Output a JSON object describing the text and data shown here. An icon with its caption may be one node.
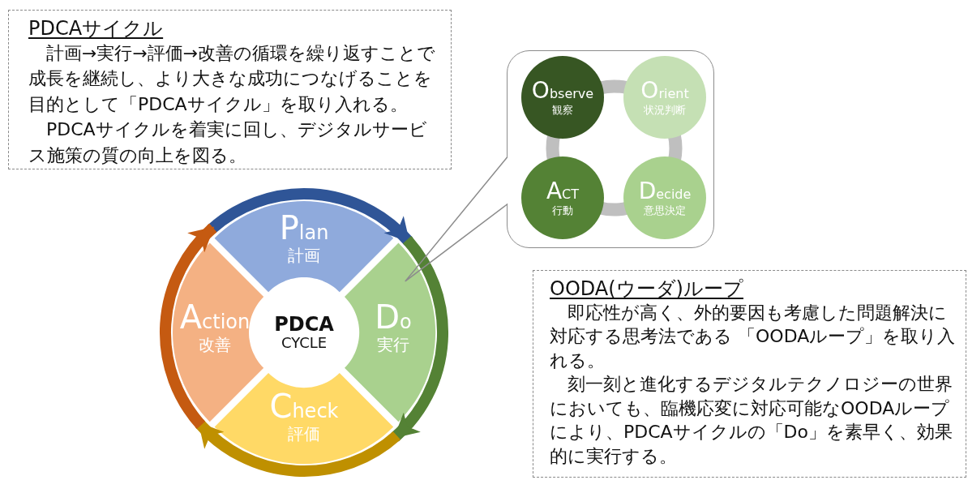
{
  "diagram": {
    "nodes": [
      {
        "text": [
          "PDCAサイクル",
          "計画→実行→評価→改善の循環を繰り返すことで成長を継続し、より大きな成功につなげることを目的として「PDCAサイクル」を取り入れる。",
          "PDCAサイクルを着実に回し、デジタルサービス施策の質の向上を図る。"
        ]
      },
      {
        "text": [
          "Plan",
          "計画"
        ]
      },
      {
        "text": [
          "Do",
          "実行"
        ]
      },
      {
        "text": [
          "Check",
          "評価"
        ]
      },
      {
        "text": [
          "Action",
          "改善"
        ]
      },
      {
        "text": [
          "PDCA",
          "CYCLE"
        ]
      },
      {
        "text": [],
        "shape": "box"
      },
      {
        "text": [
          "Observe",
          "観察"
        ],
        "in": 6
      },
      {
        "text": [
          "Orient",
          "状況判断"
        ],
        "in": 6
      },
      {
        "text": [
          "ACT",
          "行動"
        ],
        "in": 6
      },
      {
        "text": [
          "Decide",
          "意思決定"
        ],
        "in": 6
      },
      {
        "text": [
          "OODA(ウーダ)ループ",
          "即応性が高く、外的要因も考慮した問題解決に対応する思考法である 「OODAループ」を取り入れる。",
          "刻一刻と進化するデジタルテクノロジーの世界においても、臨機応変に対応可能なOODAループにより、PDCAサイクルの「Do」を素早く、効果的に実行する。"
        ]
      }
    ],
    "edges": [
      {
        "from": 1,
        "to": 2,
        "arrow": "to",
        "color": "#2f5597"
      },
      {
        "from": 2,
        "to": 3,
        "arrow": "to",
        "color": "#548235"
      },
      {
        "from": 3,
        "to": 4,
        "arrow": "to",
        "color": "#bf9000"
      },
      {
        "from": 4,
        "to": 1,
        "arrow": "to",
        "color": "#c55a11"
      },
      {
        "from": 6,
        "to": 2,
        "arrow": "none",
        "color": "#8c8c8c"
      },
      {
        "from": 7,
        "to": 8,
        "arrow": "none",
        "color": "#bfbfbf"
      },
      {
        "from": 8,
        "to": 10,
        "arrow": "none",
        "color": "#bfbfbf"
      },
      {
        "from": 10,
        "to": 9,
        "arrow": "none",
        "color": "#bfbfbf"
      },
      {
        "from": 9,
        "to": 7,
        "arrow": "none",
        "color": "#bfbfbf"
      }
    ]
  }
}
